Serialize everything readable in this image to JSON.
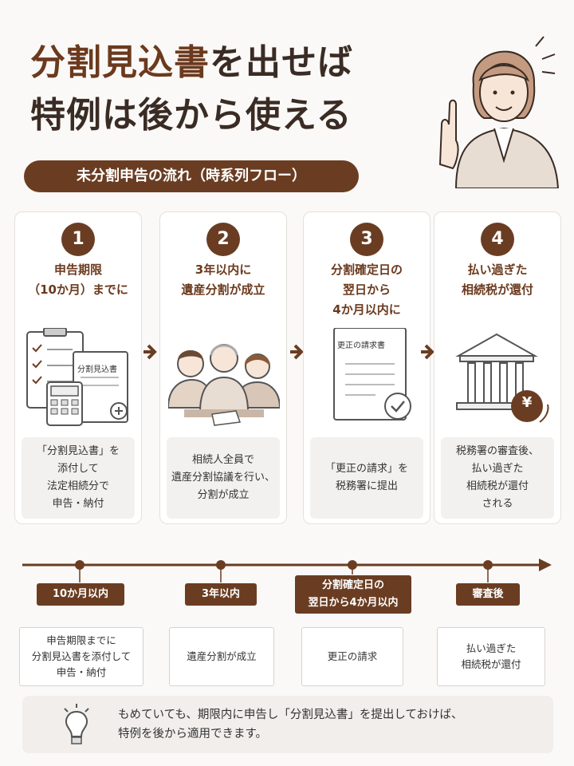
{
  "title": {
    "line1_accent": "分割見込書",
    "line1_rest": "を出せば",
    "line2": "特例は後から使える"
  },
  "subtitle": "未分割申告の流れ（時系列フロー）",
  "steps": [
    {
      "num": "1",
      "heading": "申告期限\n（10か月）までに",
      "doc_label": "分割見込書",
      "desc": "「分割見込書」を\n添付して\n法定相続分で\n申告・納付"
    },
    {
      "num": "2",
      "heading": "3年以内に\n遺産分割が成立",
      "desc": "相続人全員で\n遺産分割協議を行い、\n分割が成立"
    },
    {
      "num": "3",
      "heading": "分割確定日の\n翌日から\n4か月以内に",
      "doc_label": "更正の請求書",
      "desc": "「更正の請求」を\n税務署に提出"
    },
    {
      "num": "4",
      "heading": "払い過ぎた\n相続税が還付",
      "yen": "¥",
      "desc": "税務署の審査後、\n払い過ぎた\n相続税が還付\nされる"
    }
  ],
  "timeline": [
    {
      "label": "10か月以内",
      "box": "申告期限までに\n分割見込書を添付して\n申告・納付"
    },
    {
      "label": "3年以内",
      "box": "遺産分割が成立"
    },
    {
      "label": "分割確定日の\n翌日から4か月以内",
      "box": "更正の請求"
    },
    {
      "label": "審査後",
      "box": "払い過ぎた\n相続税が還付"
    }
  ],
  "note": "もめていても、期限内に申告し「分割見込書」を提出しておけば、\n特例を後から適用できます。",
  "colors": {
    "accent": "#6a3d22",
    "bg": "#fbf9f7"
  }
}
